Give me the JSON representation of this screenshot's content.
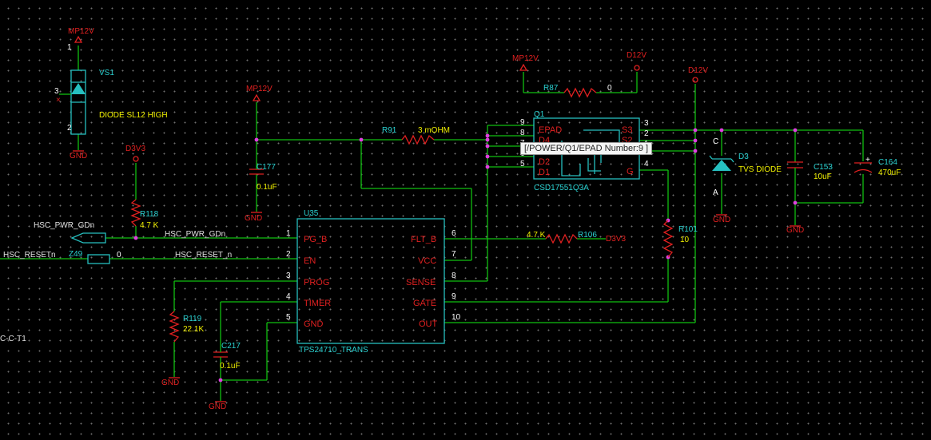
{
  "tooltip": "[/POWER/Q1/EPAD Number:9 ]",
  "colors": {
    "wire": "#10c010",
    "component": "#e02020",
    "refdes": "#2ad0d0",
    "value": "#f0f000",
    "net": "#e0e0e0",
    "junction": "#e040e0"
  },
  "power": {
    "mp12v": "MP12V",
    "d12v": "D12V",
    "d3v3": "D3V3",
    "gnd": "GND"
  },
  "vs1": {
    "ref": "VS1",
    "value": "DIODE SL12 HIGH",
    "pin1": "1",
    "pin2": "2",
    "pin3": "3"
  },
  "r118": {
    "ref": "R118",
    "value": "4.7 K"
  },
  "r119": {
    "ref": "R119",
    "value": "22.1K"
  },
  "r87": {
    "ref": "R87",
    "value": "0"
  },
  "r91": {
    "ref": "R91",
    "value": "3 mOHM"
  },
  "r106": {
    "ref": "R106",
    "value": "4.7 K",
    "net": "D3V3"
  },
  "r101": {
    "ref": "R101",
    "value": "10"
  },
  "c177": {
    "ref": "C177",
    "value": "0.1uF"
  },
  "c217": {
    "ref": "C217",
    "value": "0.1uF"
  },
  "c153": {
    "ref": "C153",
    "value": "10uF"
  },
  "c164": {
    "ref": "C164",
    "value": "470uF",
    "plus": "+"
  },
  "d3": {
    "ref": "D3",
    "value": "TVS DIODE",
    "c": "C",
    "a": "A"
  },
  "z49": {
    "ref": "Z49",
    "value": "0"
  },
  "nets": {
    "hsc_pwr_gdn": "HSC_PWR_GDn",
    "hsc_reset_n": "HSC_RESET_n",
    "hsc_resetn": "HSC_RESETn",
    "left_cut": "C-C-T1"
  },
  "u35": {
    "ref": "U35",
    "part": "TPS24710_TRANS",
    "left_pins": [
      {
        "num": "1",
        "name": "PG_B"
      },
      {
        "num": "2",
        "name": "EN"
      },
      {
        "num": "3",
        "name": "PROG"
      },
      {
        "num": "4",
        "name": "TIMER"
      },
      {
        "num": "5",
        "name": "GND"
      }
    ],
    "right_pins": [
      {
        "num": "6",
        "name": "FLT_B"
      },
      {
        "num": "7",
        "name": "VCC"
      },
      {
        "num": "8",
        "name": "SENSE"
      },
      {
        "num": "9",
        "name": "GATE"
      },
      {
        "num": "10",
        "name": "OUT"
      }
    ]
  },
  "q1": {
    "ref": "Q1",
    "part": "CSD17551Q3A",
    "left_pins": [
      {
        "num": "9",
        "name": "EPAD"
      },
      {
        "num": "8",
        "name": "D4"
      },
      {
        "num": "7",
        "name": "D3"
      },
      {
        "num": "6",
        "name": "D2"
      },
      {
        "num": "5",
        "name": "D1"
      }
    ],
    "right_pins": [
      {
        "num": "3",
        "name": "S3"
      },
      {
        "num": "2",
        "name": "S2"
      },
      {
        "num": "1",
        "name": "S1"
      },
      {
        "num": "4",
        "name": "G"
      }
    ]
  }
}
